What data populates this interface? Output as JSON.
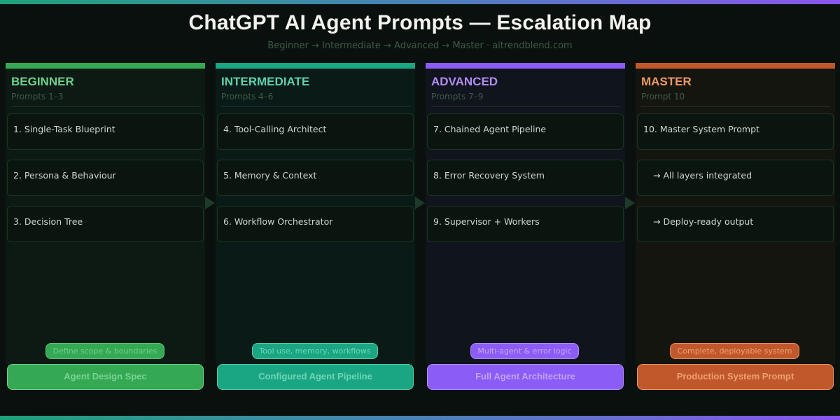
{
  "header": {
    "title": "ChatGPT AI Agent Prompts — Escalation Map",
    "subtitle": "Beginner → Intermediate → Advanced → Master  ·  aitrendblend.com"
  },
  "colors": {
    "background": "#0a100d",
    "gradient_start": "#1fa27a",
    "gradient_mid": "#4a82b8",
    "gradient_end": "#8a55ee"
  },
  "columns": [
    {
      "id": "beginner",
      "title": "BEGINNER",
      "subtitle": "Prompts 1–3",
      "accent": "#34a853",
      "title_color": "#6fcf8e",
      "bg": "#0c1a13",
      "cards": [
        "1. Single-Task Blueprint",
        "2. Persona & Behaviour",
        "3. Decision Tree"
      ],
      "badge": "Define scope & boundaries",
      "output": "Agent Design Spec"
    },
    {
      "id": "intermediate",
      "title": "INTERMEDIATE",
      "subtitle": "Prompts 4–6",
      "accent": "#1aa583",
      "title_color": "#5fd0b0",
      "bg": "#0a1b17",
      "cards": [
        "4. Tool-Calling Architect",
        "5. Memory & Context",
        "6. Workflow Orchestrator"
      ],
      "badge": "Tool use, memory, workflows",
      "output": "Configured Agent Pipeline"
    },
    {
      "id": "advanced",
      "title": "ADVANCED",
      "subtitle": "Prompts 7–9",
      "accent": "#8b5cf6",
      "title_color": "#b48cf7",
      "bg": "#10141c",
      "cards": [
        "7. Chained Agent Pipeline",
        "8. Error Recovery System",
        "9. Supervisor + Workers"
      ],
      "badge": "Multi-agent & error logic",
      "output": "Full Agent Architecture"
    },
    {
      "id": "master",
      "title": "MASTER",
      "subtitle": "Prompt 10",
      "accent": "#c0582b",
      "title_color": "#ef9a68",
      "bg": "#15150f",
      "cards": [
        "10. Master System Prompt",
        "→ All layers integrated",
        "→ Deploy-ready output"
      ],
      "badge": "Complete, deployable system",
      "output": "Production System Prompt"
    }
  ]
}
